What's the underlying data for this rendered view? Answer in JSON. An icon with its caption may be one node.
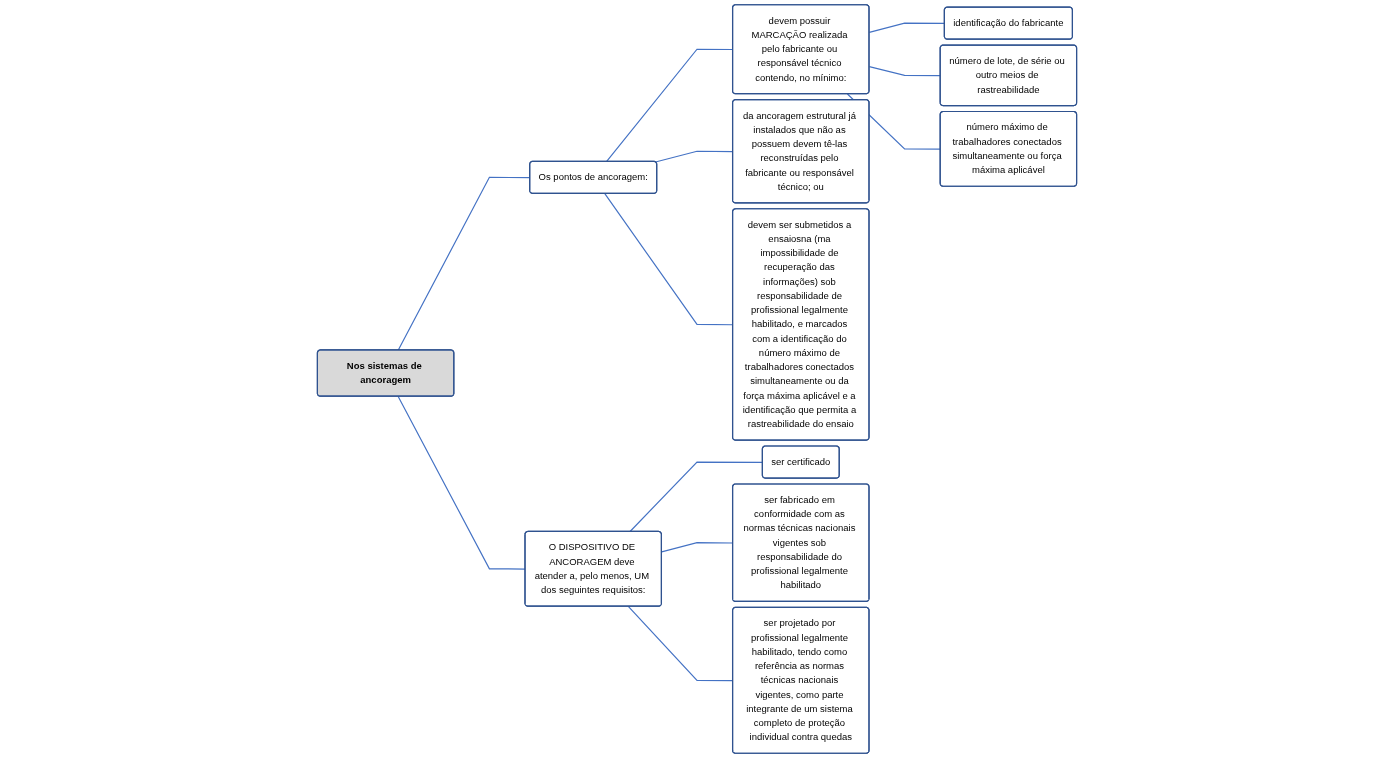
{
  "diagram": {
    "nodes": [
      {
        "text": [
          "Nos sistemas de ancoragem"
        ]
      },
      {
        "text": [
          "Os pontos de ancoragem:"
        ]
      },
      {
        "text": [
          "devem possuir MARCAÇÃO realizada pelo fabricante ou responsável técnico contendo, no mínimo:"
        ]
      },
      {
        "text": [
          "identificação do fabricante"
        ]
      },
      {
        "text": [
          "número de lote, de série ou outro meios de rastreabilidade"
        ]
      },
      {
        "text": [
          "número máximo de trabalhadores conectados simultaneamente ou força máxima aplicável"
        ]
      },
      {
        "text": [
          "da ancoragem estrutural já instalados que não as possuem devem tê-las reconstruídas pelo fabricante ou responsável técnico; ou"
        ]
      },
      {
        "text": [
          "devem ser submetidos a ensaiosna (ma impossibilidade de recuperação das informações) sob responsabilidade de profissional legalmente habilitado, e marcados com a identificação do número máximo de trabalhadores conectados simultaneamente ou da força máxima aplicável e a identificação que permita a rastreabilidade do ensaio"
        ]
      },
      {
        "text": [
          "O DISPOSITIVO DE ANCORAGEM deve atender a, pelo menos, UM dos seguintes requisitos:"
        ]
      },
      {
        "text": [
          "ser certificado"
        ]
      },
      {
        "text": [
          "ser fabricado em conformidade com as normas técnicas nacionais vigentes sob responsabilidade do profissional legalmente habilitado"
        ]
      },
      {
        "text": [
          "ser projetado por profissional legalmente habilitado, tendo como referência as normas técnicas nacionais vigentes, como parte integrante de um sistema completo de proteção individual contra quedas"
        ]
      }
    ],
    "edges": [
      {
        "from": 0,
        "to": 1,
        "arrow": "none"
      },
      {
        "from": 0,
        "to": 8,
        "arrow": "none"
      },
      {
        "from": 1,
        "to": 2,
        "arrow": "none"
      },
      {
        "from": 1,
        "to": 6,
        "arrow": "none"
      },
      {
        "from": 1,
        "to": 7,
        "arrow": "none"
      },
      {
        "from": 2,
        "to": 3,
        "arrow": "none"
      },
      {
        "from": 2,
        "to": 4,
        "arrow": "none"
      },
      {
        "from": 2,
        "to": 5,
        "arrow": "none"
      },
      {
        "from": 8,
        "to": 9,
        "arrow": "none"
      },
      {
        "from": 8,
        "to": 10,
        "arrow": "none"
      },
      {
        "from": 8,
        "to": 11,
        "arrow": "none"
      }
    ]
  }
}
